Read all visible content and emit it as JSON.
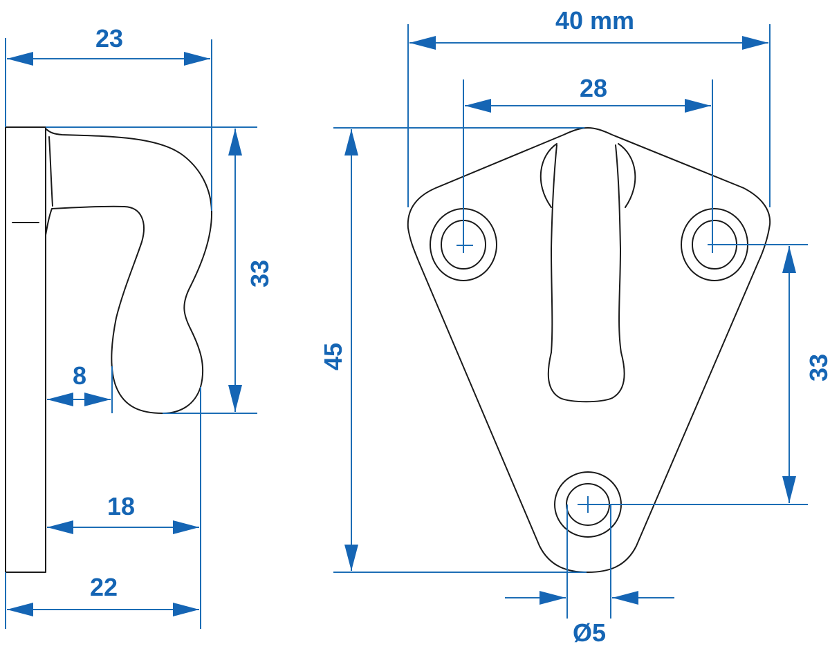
{
  "colors": {
    "dimension": "#1565b4",
    "outline": "#1a1a1a",
    "background": "#ffffff"
  },
  "side_view": {
    "dimensions": {
      "overall_width": "23",
      "height": "33",
      "gap": "8",
      "hook_depth": "18",
      "total_depth": "22"
    }
  },
  "front_view": {
    "dimensions": {
      "overall_width": "40 mm",
      "hole_spacing": "28",
      "overall_height": "45",
      "vertical_hole_spacing": "33",
      "hole_diameter": "Ø5"
    }
  }
}
